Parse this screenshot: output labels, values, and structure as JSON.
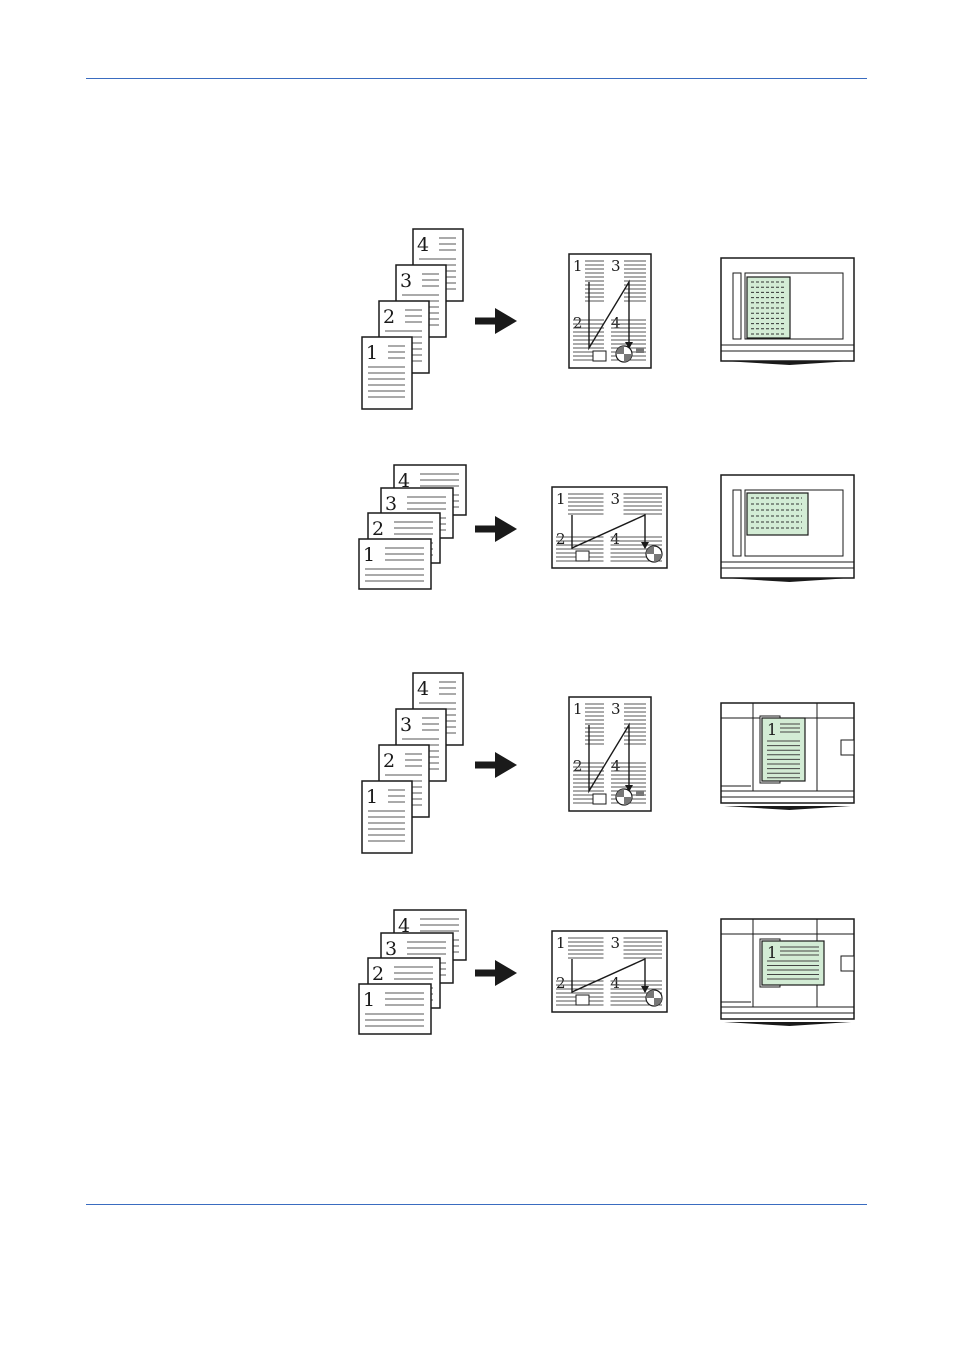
{
  "colors": {
    "rule": "#3a6cc0",
    "ink": "#1a1a1a",
    "platen_sheet": "#d3ecd5",
    "mark_gray": "#777777"
  },
  "rows": [
    {
      "id": "portrait-glass",
      "originals_orientation": "portrait",
      "placement": "platen-glass",
      "page_labels": [
        "1",
        "2",
        "3",
        "4"
      ],
      "result_labels": [
        "1",
        "2",
        "3",
        "4"
      ],
      "placed_label": ""
    },
    {
      "id": "landscape-glass",
      "originals_orientation": "landscape",
      "placement": "platen-glass",
      "page_labels": [
        "1",
        "2",
        "3",
        "4"
      ],
      "result_labels": [
        "1",
        "2",
        "3",
        "4"
      ],
      "placed_label": ""
    },
    {
      "id": "portrait-feeder",
      "originals_orientation": "portrait",
      "placement": "document-feeder",
      "page_labels": [
        "1",
        "2",
        "3",
        "4"
      ],
      "result_labels": [
        "1",
        "2",
        "3",
        "4"
      ],
      "placed_label": "1"
    },
    {
      "id": "landscape-feeder",
      "originals_orientation": "landscape",
      "placement": "document-feeder",
      "page_labels": [
        "1",
        "2",
        "3",
        "4"
      ],
      "result_labels": [
        "1",
        "2",
        "3",
        "4"
      ],
      "placed_label": "1"
    }
  ],
  "icons": [
    "arrow-right-icon",
    "staple-corner-icon",
    "copier-glass-icon",
    "document-feeder-icon"
  ]
}
